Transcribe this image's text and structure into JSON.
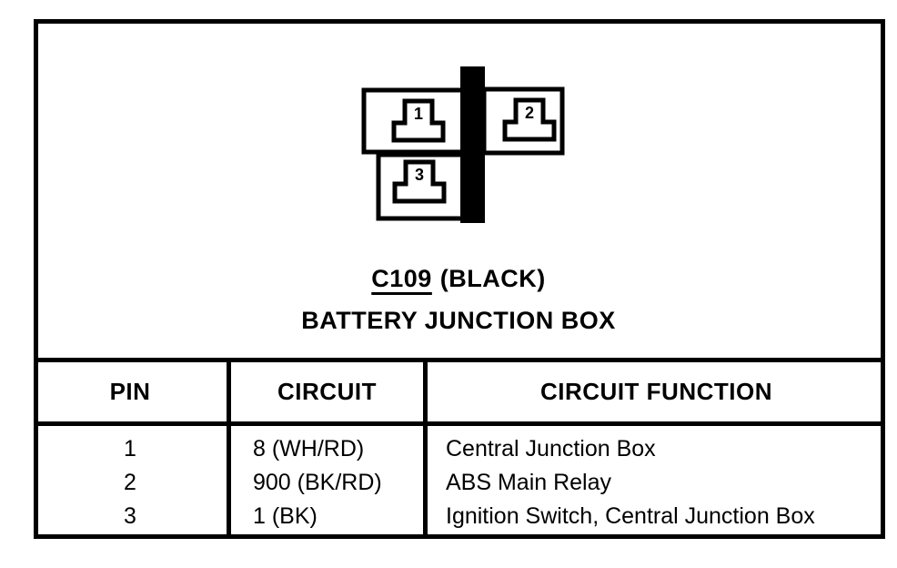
{
  "connector": {
    "code": "C109",
    "color_label": "(BLACK)",
    "name": "BATTERY JUNCTION BOX",
    "pins": [
      "1",
      "2",
      "3"
    ]
  },
  "table": {
    "headers": [
      "PIN",
      "CIRCUIT",
      "CIRCUIT FUNCTION"
    ],
    "rows": [
      {
        "pin": "1",
        "circuit": "8 (WH/RD)",
        "function": "Central Junction Box"
      },
      {
        "pin": "2",
        "circuit": "900 (BK/RD)",
        "function": "ABS Main Relay"
      },
      {
        "pin": "3",
        "circuit": "1 (BK)",
        "function": "Ignition Switch, Central Junction Box"
      }
    ]
  },
  "colors": {
    "ink": "#000000",
    "paper": "#ffffff"
  }
}
